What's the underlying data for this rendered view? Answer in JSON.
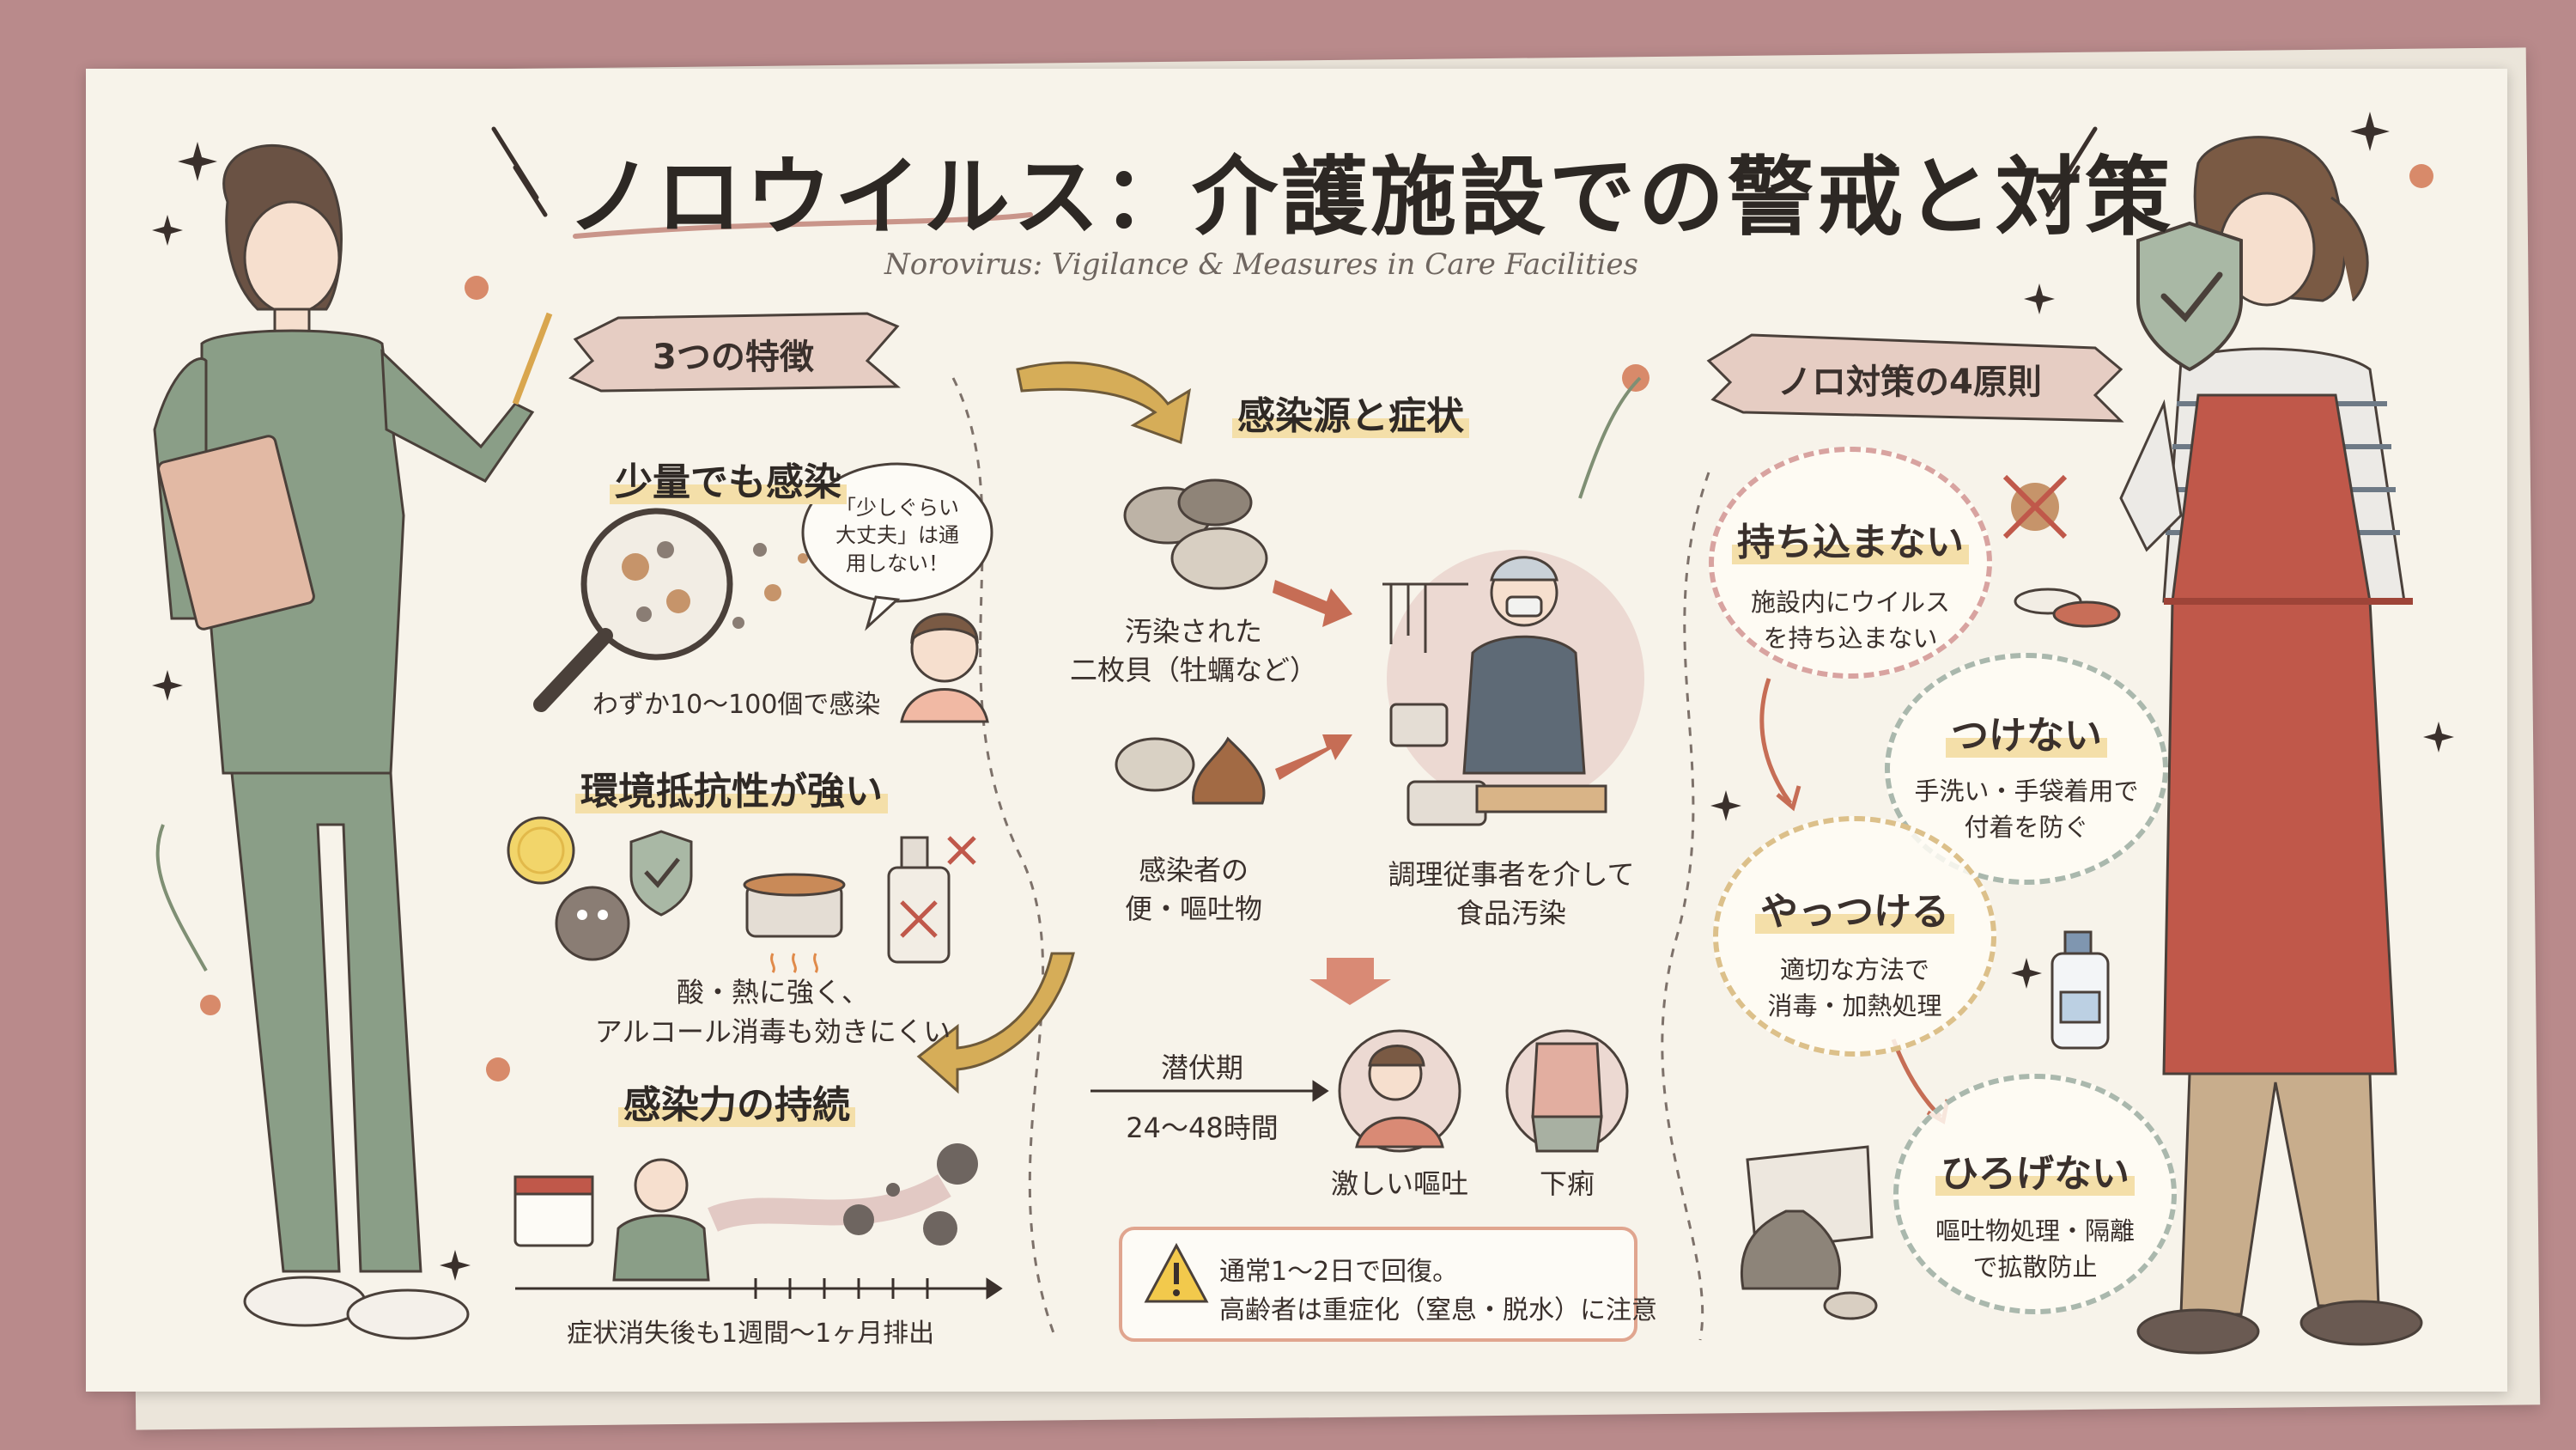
{
  "title": "ノロウイルス：介護施設での警戒と対策",
  "subtitle": "Norovirus: Vigilance & Measures in Care Facilities",
  "features": {
    "banner": "3つの特徴",
    "f1": {
      "title": "少量でも感染",
      "caption": "わずか10〜100個で感染",
      "bubble": "「少しぐらい大丈夫」は通用しない！"
    },
    "f2": {
      "title": "環境抵抗性が強い",
      "caption_1": "酸・熱に強く、",
      "caption_2": "アルコール消毒も効きにくい"
    },
    "f3": {
      "title": "感染力の持続",
      "caption": "症状消失後も1週間〜1ヶ月排出"
    }
  },
  "sources": {
    "title": "感染源と症状",
    "oyster_1": "汚染された",
    "oyster_2": "二枚貝（牡蠣など）",
    "feces_1": "感染者の",
    "feces_2": "便・嘔吐物",
    "cook_1": "調理従事者を介して",
    "cook_2": "食品汚染",
    "incubation_label": "潜伏期",
    "incubation_value": "24〜48時間",
    "symptom_1": "激しい嘔吐",
    "symptom_2": "下痢",
    "warning_1": "通常1〜2日で回復。",
    "warning_2": "高齢者は重症化（窒息・脱水）に注意"
  },
  "principles": {
    "banner": "ノロ対策の4原則",
    "p1": {
      "title": "持ち込まない",
      "line1": "施設内にウイルス",
      "line2": "を持ち込まない"
    },
    "p2": {
      "title": "つけない",
      "line1": "手洗い・手袋着用で",
      "line2": "付着を防ぐ"
    },
    "p3": {
      "title": "やっつける",
      "line1": "適切な方法で",
      "line2": "消毒・加熱処理"
    },
    "p4": {
      "title": "ひろげない",
      "line1": "嘔吐物処理・隔離",
      "line2": "で拡散防止"
    }
  },
  "colors": {
    "background": "#b98a8b",
    "paper": "#f7f3ea",
    "banner": "#e6cdc3",
    "highlight": "#f4dfa9",
    "nurse_uniform": "#8a9e87",
    "apron": "#c0584a",
    "warning_accent": "#e0a58f"
  },
  "icons": [
    "magnifier-virus-icon",
    "lemon-icon",
    "shield-check-icon",
    "pot-icon",
    "spray-bottle-icon",
    "calendar-icon",
    "oyster-icon",
    "warning-icon",
    "shield-check-icon",
    "bleach-bottle-icon",
    "trash-bag-icon"
  ]
}
